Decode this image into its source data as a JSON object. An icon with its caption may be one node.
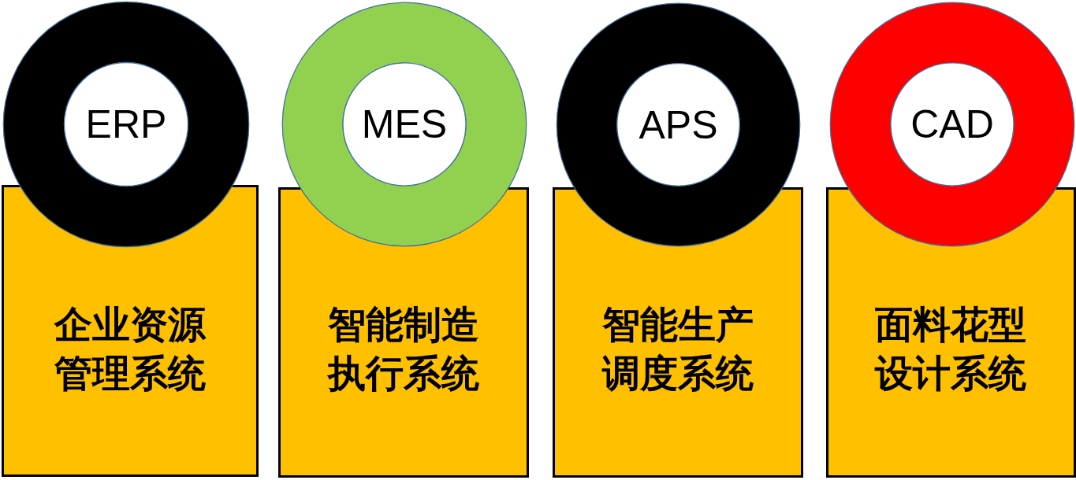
{
  "diagram": {
    "nodes": [
      {
        "text": [
          "ERP"
        ]
      },
      {
        "text": [
          "企业资源管理系统"
        ]
      },
      {
        "text": [
          "MES"
        ]
      },
      {
        "text": [
          "智能制造执行系统"
        ]
      },
      {
        "text": [
          "APS"
        ]
      },
      {
        "text": [
          "智能生产调度系统"
        ]
      },
      {
        "text": [
          "CAD"
        ]
      },
      {
        "text": [
          "面料花型设计系统"
        ]
      }
    ]
  }
}
